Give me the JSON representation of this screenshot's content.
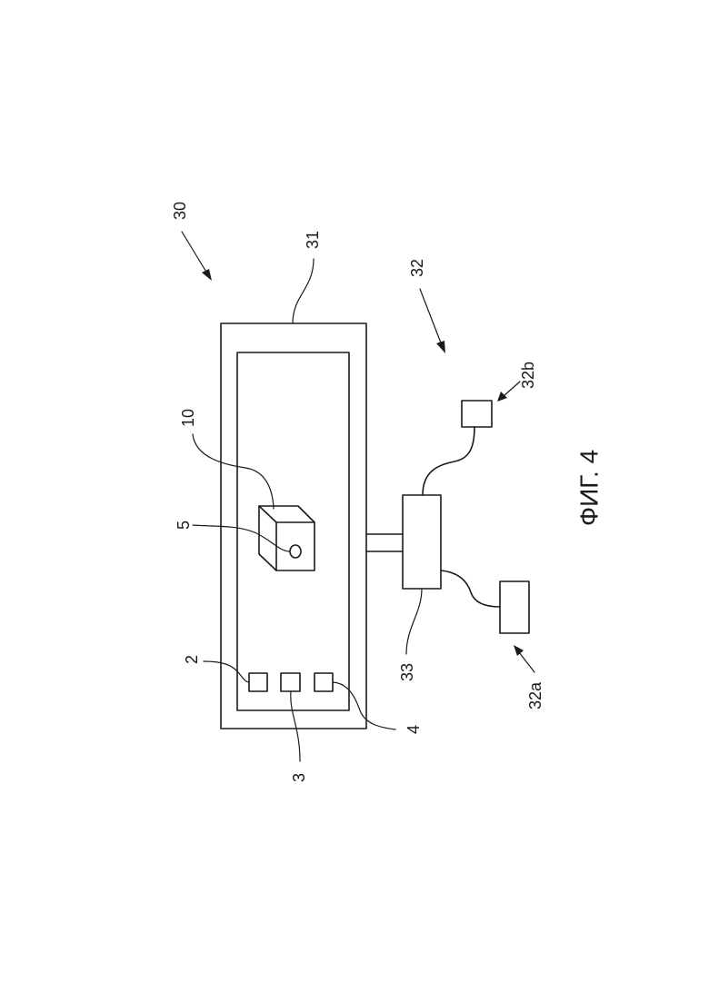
{
  "figure": {
    "caption": "ФИГ. 4",
    "labels": {
      "system": "30",
      "housing": "31",
      "remote_system": "32",
      "remote_device_a": "32a",
      "remote_device_b": "32b",
      "interface_unit": "33",
      "module": "10",
      "lens": "5",
      "component_2": "2",
      "component_3": "3",
      "component_4": "4"
    }
  }
}
